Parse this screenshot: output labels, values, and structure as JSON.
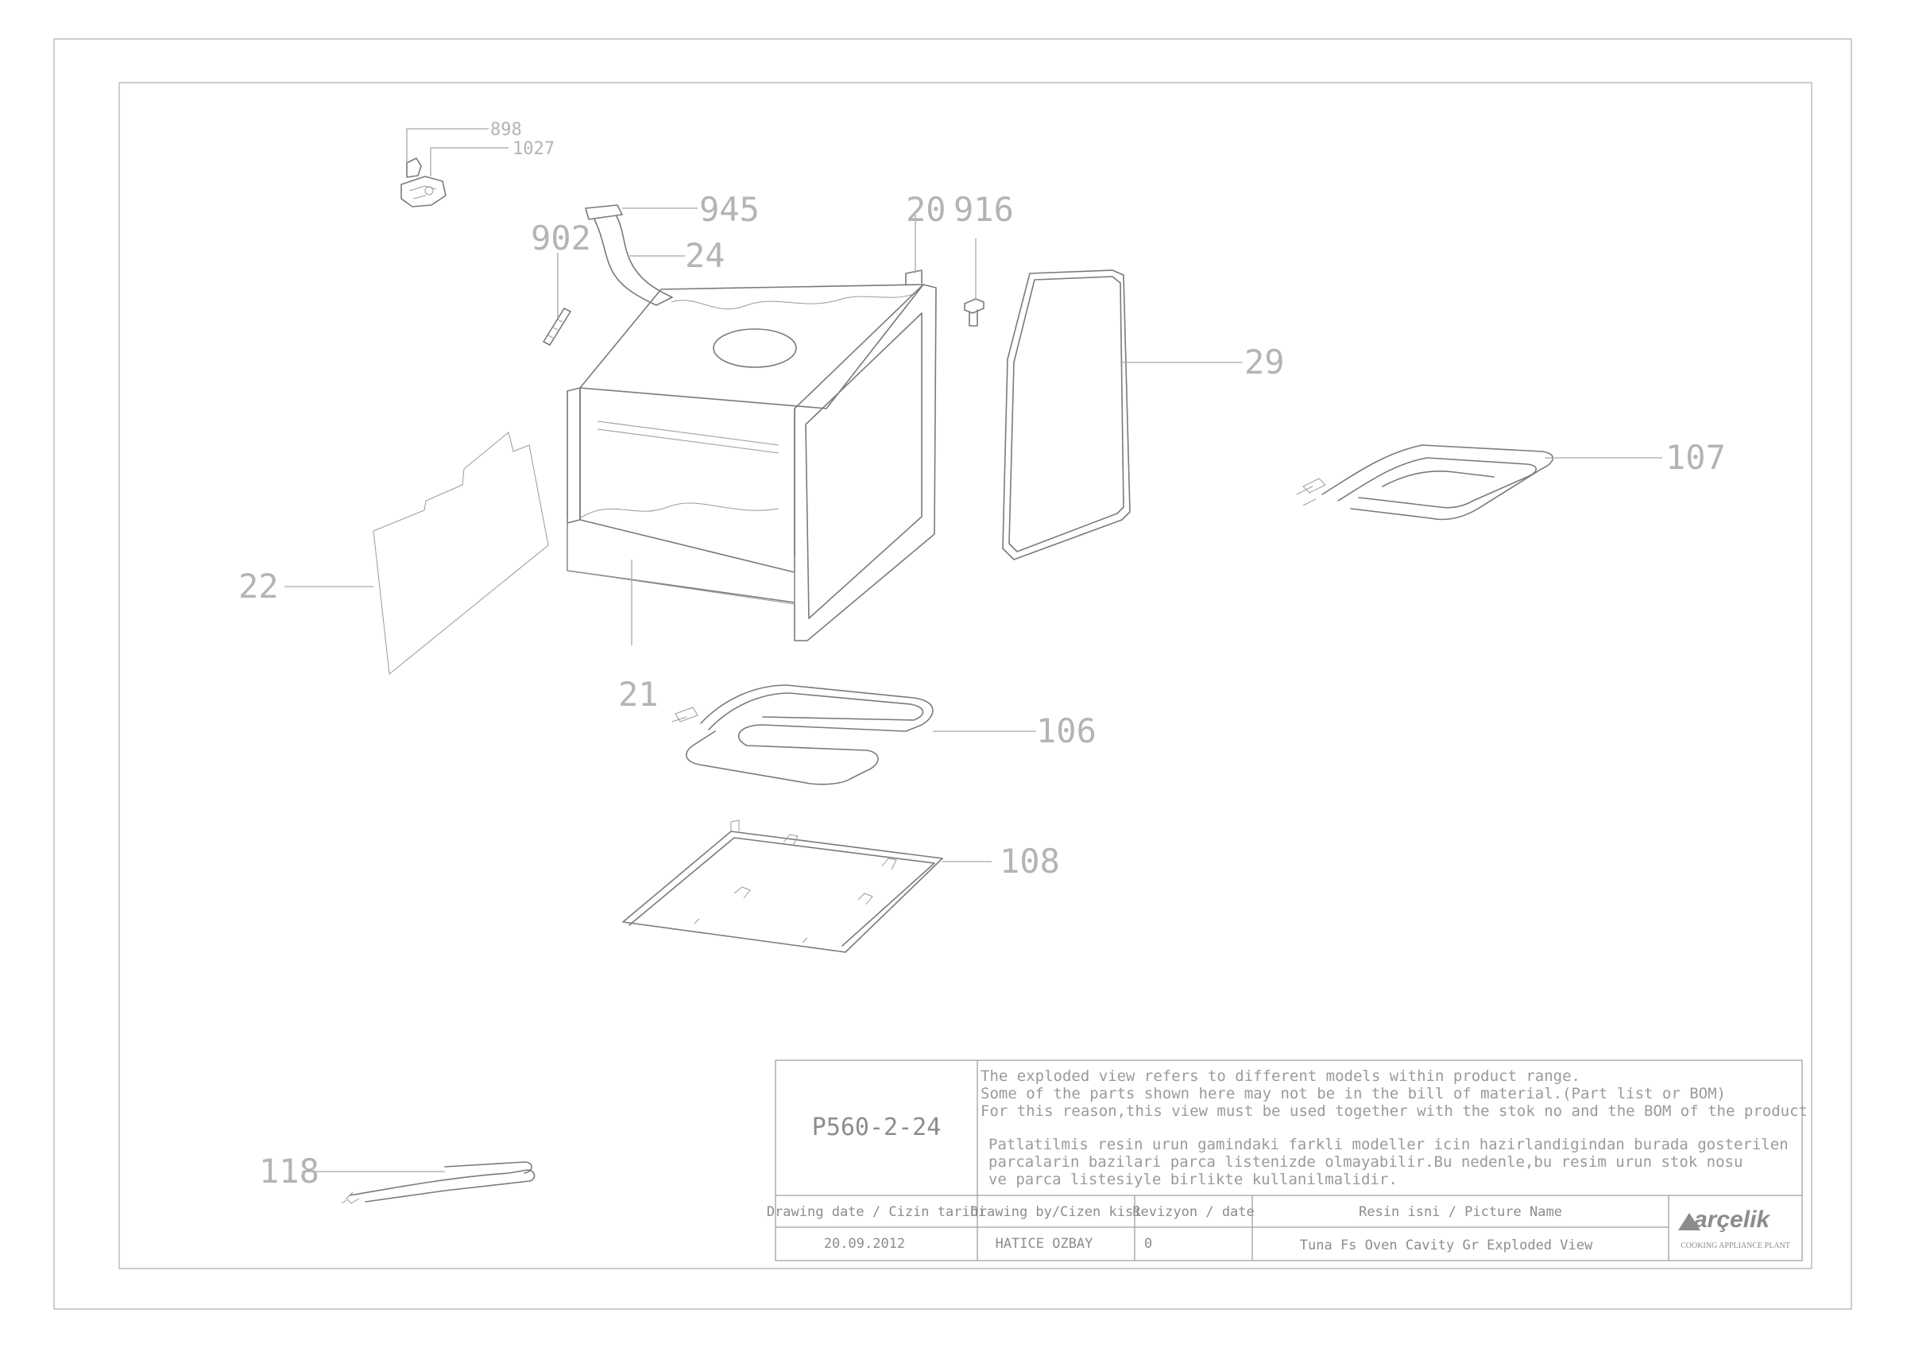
{
  "callouts": {
    "p898": "898",
    "p1027": "1027",
    "p945": "945",
    "p20": "20",
    "p916": "916",
    "p902": "902",
    "p24": "24",
    "p29": "29",
    "p107": "107",
    "p22": "22",
    "p21": "21",
    "p106": "106",
    "p108": "108",
    "p118": "118"
  },
  "title_block": {
    "drawing_code": "P560-2-24",
    "note_en": [
      "The exploded view refers to different models within product range.",
      "Some of the parts shown here may not be in the bill of material.(Part list or BOM)",
      "For this reason,this view must be used together with the stok no and the BOM of the product"
    ],
    "note_tr": [
      "Patlatilmis resin urun gamindaki farkli modeller icin hazirlandigindan burada gosterilen",
      "parcalarin bazilari parca listenizde olmayabilir.Bu nedenle,bu resim urun stok nosu",
      "ve parca listesiyle birlikte kullanilmalidir."
    ],
    "headers": {
      "date": "Drawing date / Cizin tarihi",
      "drawn_by": "Drawing by/Cizen kisi",
      "revision": "Revizyon / date",
      "picture_name": "Resin isni / Picture Name"
    },
    "values": {
      "date": "20.09.2012",
      "drawn_by": "HATICE OZBAY",
      "revision": "0",
      "picture_name": "Tuna Fs Oven Cavity Gr Exploded View"
    },
    "brand": "arçelik",
    "plant": "COOKING APPLIANCE PLANT"
  },
  "colors": {
    "line": "#7a7a7a",
    "callout": "#b4b4b4",
    "frame": "#bdbdbd"
  }
}
